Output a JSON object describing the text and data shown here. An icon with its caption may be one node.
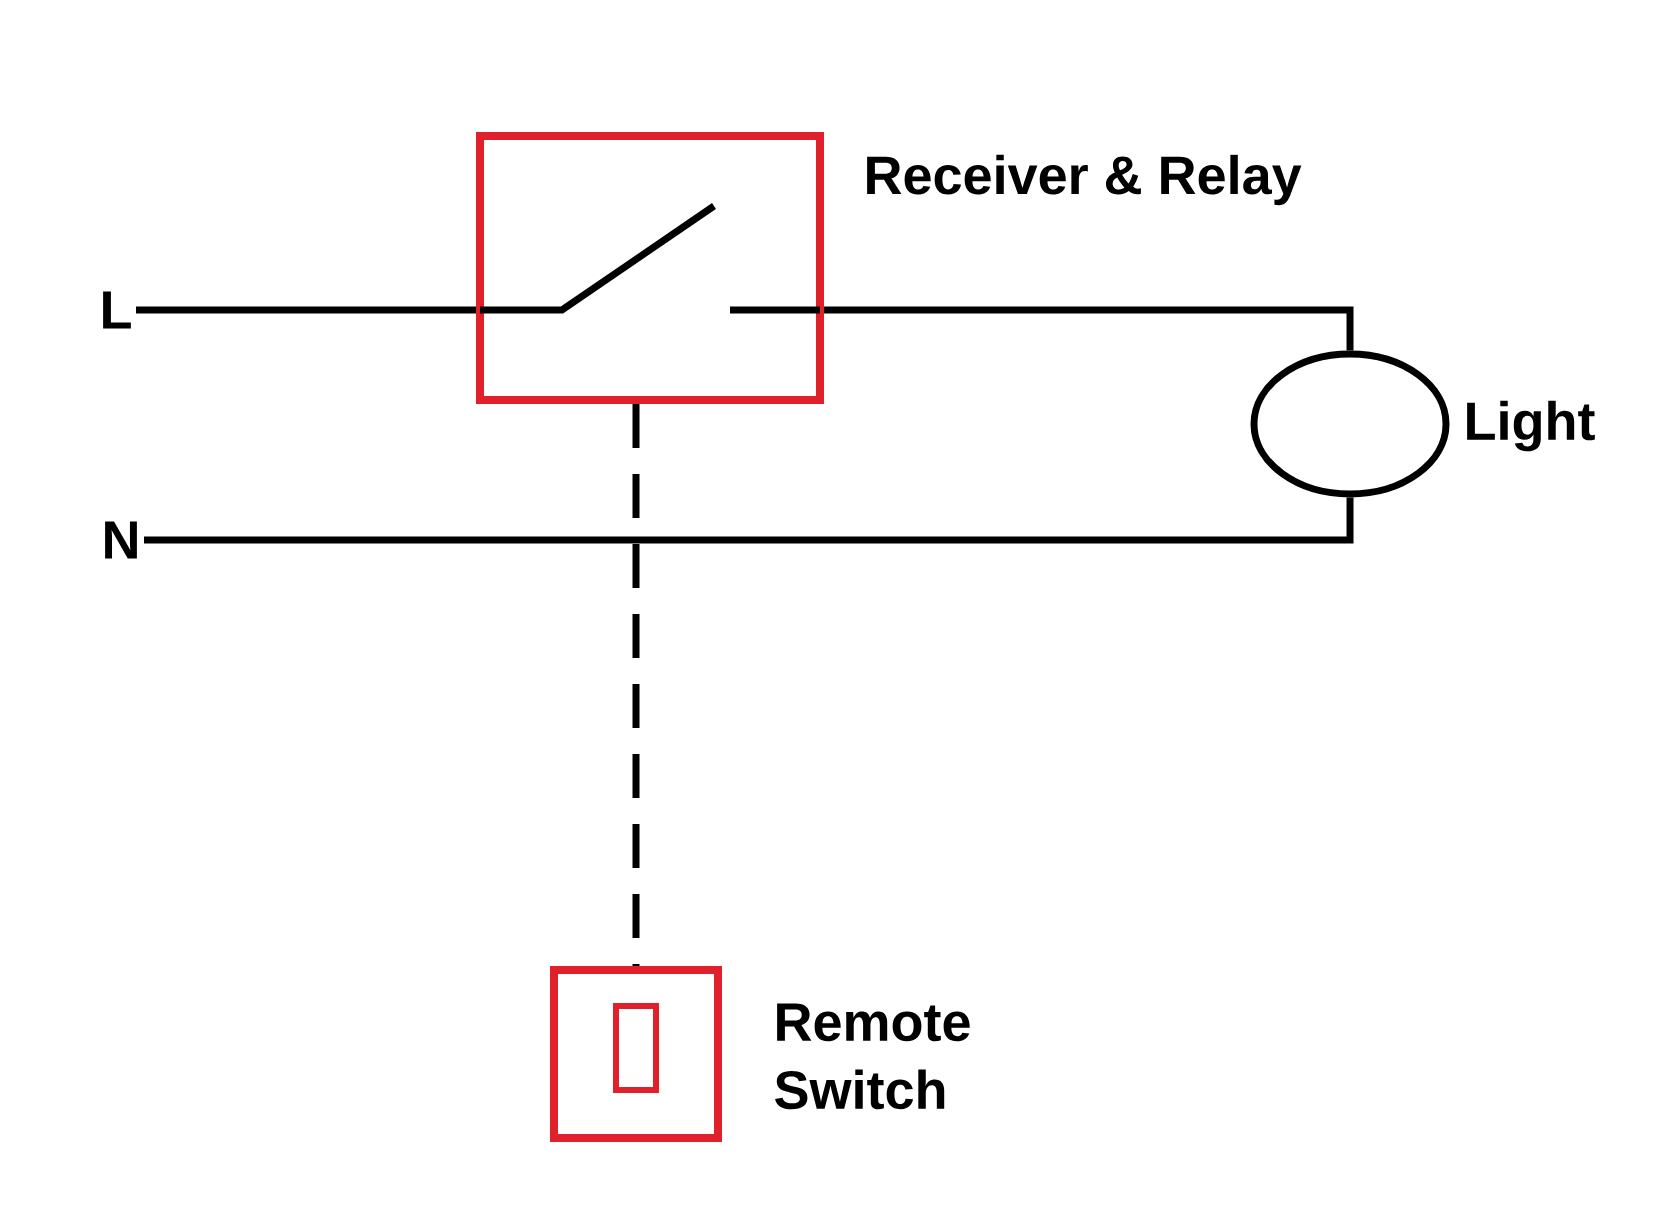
{
  "diagram": {
    "nodes": [
      {
        "text": [
          "L"
        ]
      },
      {
        "text": [
          "N"
        ]
      },
      {
        "text": [
          "Receiver & Relay"
        ]
      },
      {
        "text": [
          "Light"
        ]
      },
      {
        "text": [
          "Remote Switch"
        ]
      }
    ],
    "edges": [
      {
        "from": 0,
        "to": 2,
        "arrow": "none"
      },
      {
        "from": 2,
        "to": 3,
        "arrow": "none"
      },
      {
        "from": 1,
        "to": 3,
        "arrow": "none"
      },
      {
        "from": 2,
        "to": 4,
        "arrow": "none",
        "style": "dashed"
      }
    ]
  }
}
